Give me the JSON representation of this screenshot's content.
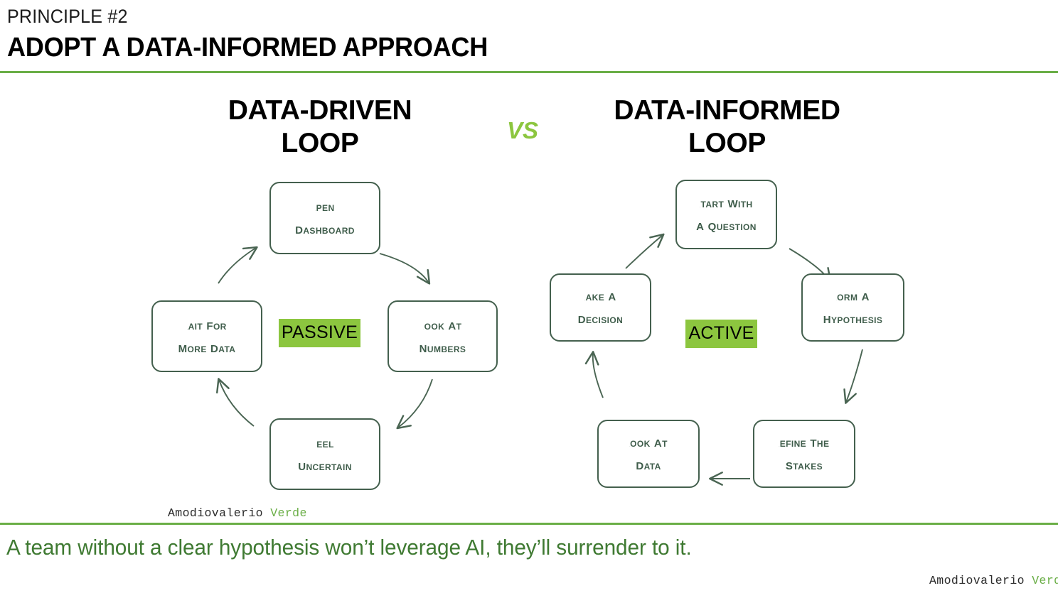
{
  "header": {
    "eyebrow": "PRINCIPLE #2",
    "title": "ADOPT A DATA-INFORMED APPROACH",
    "rule_color": "#6aae46"
  },
  "comparison": {
    "vs_label": "VS",
    "vs_color": "#8cc63f",
    "left": {
      "heading_line1": "DATA-DRIVEN",
      "heading_line2": "LOOP",
      "badge": "PASSIVE",
      "badge_color": "#8cc63f",
      "node_border_color": "#44604e",
      "nodes": [
        {
          "line1": "Open",
          "line2": "Dashboard"
        },
        {
          "line1": "Look at",
          "line2": "Numbers"
        },
        {
          "line1": "Feel",
          "line2": "Uncertain"
        },
        {
          "line1": "Wait for",
          "line2": "More Data"
        }
      ]
    },
    "right": {
      "heading_line1": "DATA-INFORMED",
      "heading_line2": "LOOP",
      "badge": "ACTIVE",
      "badge_color": "#8cc63f",
      "node_border_color": "#44604e",
      "nodes": [
        {
          "line1": "Start with",
          "line2": "a Question"
        },
        {
          "line1": "Form a",
          "line2": "Hypothesis"
        },
        {
          "line1": "Define the",
          "line2": "Stakes"
        },
        {
          "line1": "Look at",
          "line2": "Data"
        },
        {
          "line1": "Make a",
          "line2": "Decision"
        }
      ]
    }
  },
  "attribution": {
    "name": "Amodiovalerio",
    "surname": "Verde",
    "surname_color": "#6aae46"
  },
  "footer": {
    "caption": "A team without a clear hypothesis won’t leverage AI, they’ll surrender to it.",
    "caption_color": "#3f7a32",
    "rule_color": "#6aae46"
  }
}
